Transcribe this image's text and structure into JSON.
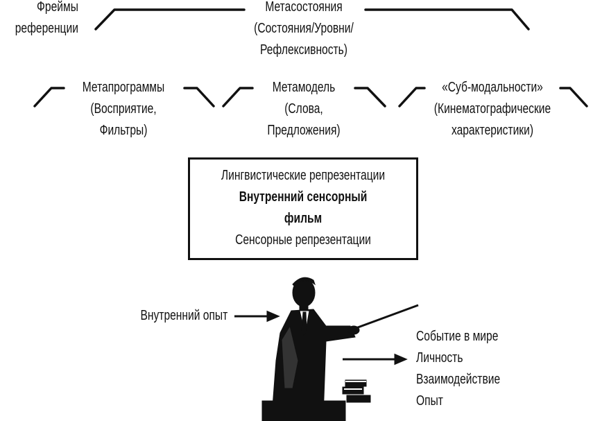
{
  "top": {
    "left_label": [
      "Фреймы",
      "референции"
    ],
    "center_label": [
      "Метасостояния",
      "(Состояния/Уровни/",
      "Рефлексивность)"
    ]
  },
  "middle": [
    {
      "lines": [
        "Метапрограммы",
        "(Восприятие,",
        "Фильтры)"
      ]
    },
    {
      "lines": [
        "Метамодель",
        "(Слова,",
        "Предложения)"
      ]
    },
    {
      "lines": [
        "«Суб-модальности»",
        "(Кинематографические",
        "характеристики)"
      ]
    }
  ],
  "box": {
    "line1": "Лингвистические репрезентации",
    "line2": "Внутренний сенсорный",
    "line3": "фильм",
    "line4": "Сенсорные репрезентации"
  },
  "inner_experience": "Внутренний опыт",
  "outputs": [
    "Событие в мире",
    "Личность",
    "Взаимодействие",
    "Опыт"
  ],
  "colors": {
    "ink": "#111111",
    "background": "#ffffff"
  }
}
